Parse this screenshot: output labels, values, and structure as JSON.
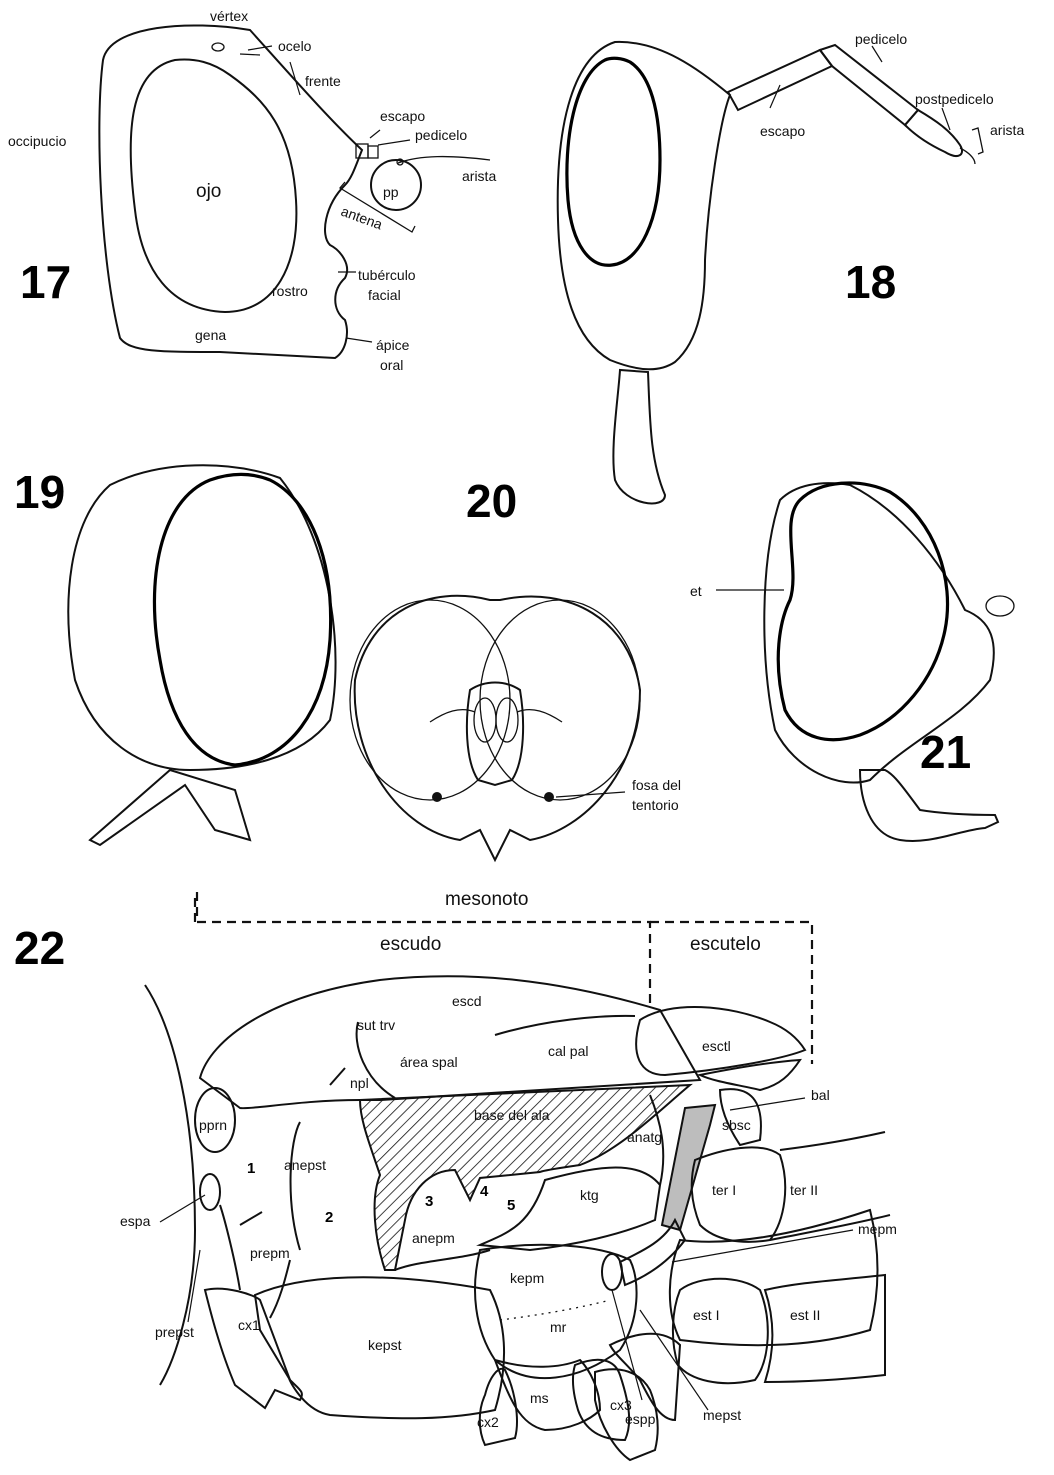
{
  "figures": {
    "fig17": {
      "number": "17",
      "labels": {
        "vertex": "vértex",
        "ocelo": "ocelo",
        "frente": "frente",
        "occipucio": "occipucio",
        "escapo": "escapo",
        "pedicelo": "pedicelo",
        "ojo": "ojo",
        "pp": "pp",
        "arista": "arista",
        "antena": "antena",
        "tuberculo_1": "tubérculo",
        "tuberculo_2": "facial",
        "rostro": "rostro",
        "gena": "gena",
        "apice_1": "ápice",
        "apice_2": "oral"
      }
    },
    "fig18": {
      "number": "18",
      "labels": {
        "pedicelo": "pedicelo",
        "postpedicelo": "postpedicelo",
        "arista": "arista",
        "escapo": "escapo"
      }
    },
    "fig19": {
      "number": "19"
    },
    "fig20": {
      "number": "20",
      "labels": {
        "fosa_1": "fosa del",
        "fosa_2": "tentorio"
      }
    },
    "fig21": {
      "number": "21",
      "labels": {
        "et": "et"
      }
    },
    "fig22": {
      "number": "22",
      "labels": {
        "mesonoto": "mesonoto",
        "escudo": "escudo",
        "escutelo": "escutelo",
        "escd": "escd",
        "sut_trv": "sut trv",
        "area_spal": "área spal",
        "cal_pal": "cal pal",
        "esctl": "esctl",
        "npl": "npl",
        "base_del_ala": "base del ala",
        "bal": "bal",
        "pprn": "pprn",
        "n1": "1",
        "anepst": "anepst",
        "n2": "2",
        "n3": "3",
        "n4": "4",
        "n5": "5",
        "anatg": "anatg",
        "sbsc": "sbsc",
        "ter_i": "ter I",
        "ter_ii": "ter II",
        "ktg": "ktg",
        "espa": "espa",
        "prepm": "prepm",
        "anepm": "anepm",
        "kepm": "kepm",
        "mepm": "mepm",
        "cx1": "cx1",
        "prepst": "prepst",
        "kepst": "kepst",
        "mr": "mr",
        "est_i": "est I",
        "est_ii": "est II",
        "cx2": "cx2",
        "ms": "ms",
        "cx3": "cx3",
        "espp": "espp",
        "mepst": "mepst"
      }
    }
  }
}
